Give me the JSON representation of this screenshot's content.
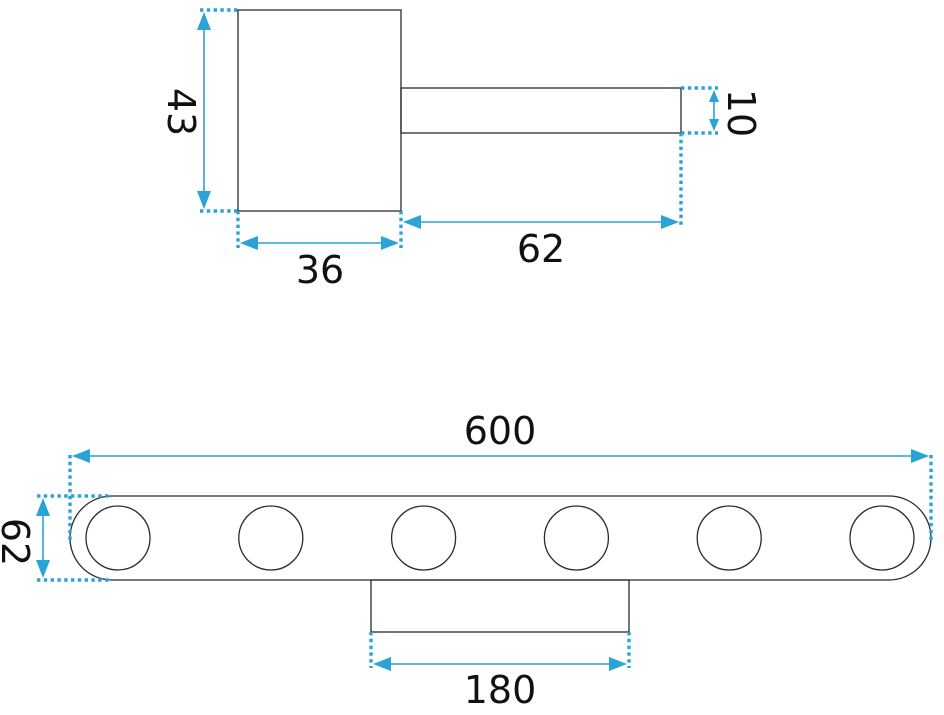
{
  "dimensions": {
    "height": "43",
    "width": "36",
    "stem_length": "62",
    "stem_thickness": "10",
    "bar_length": "600",
    "bar_height": "62",
    "plate_width": "180"
  },
  "bar": {
    "lamp_count": 6
  },
  "colors": {
    "outline": "#2b2b2b",
    "dimension": "#2aa3d6",
    "text": "#111111"
  }
}
